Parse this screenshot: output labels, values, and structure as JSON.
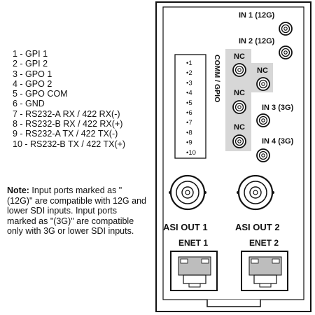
{
  "pin_legend": [
    "1 - GPI 1",
    "2 - GPI 2",
    "3 - GPO 1",
    "4 - GPO 2",
    "5 - GPO COM",
    "6 - GND",
    "7 - RS232-A RX / 422 RX(-)",
    "8 - RS232-B RX / 422 RX(+)",
    "9 - RS232-A TX / 422 TX(-)",
    "10 - RS232-B TX / 422 TX(+)"
  ],
  "note": {
    "heading": "Note:",
    "body": " Input ports marked as \"(12G)\" are compatible with 12G and lower SDI inputs. Input ports marked as \"(3G)\" are compatible only with 3G or lower SDI inputs."
  },
  "panel": {
    "connector_label": "COMM / GPIO",
    "pin_numbers": [
      "•1",
      "•2",
      "•3",
      "•4",
      "•5",
      "•6",
      "•7",
      "•8",
      "•9",
      "•10"
    ],
    "inputs": {
      "in1": "IN 1 (12G)",
      "in2": "IN 2 (12G)",
      "in3": "IN 3 (3G)",
      "in4": "IN 4 (3G)"
    },
    "nc_label": "NC",
    "asi_out_1": "ASI OUT 1",
    "asi_out_2": "ASI OUT 2",
    "enet_1": "ENET 1",
    "enet_2": "ENET 2"
  }
}
